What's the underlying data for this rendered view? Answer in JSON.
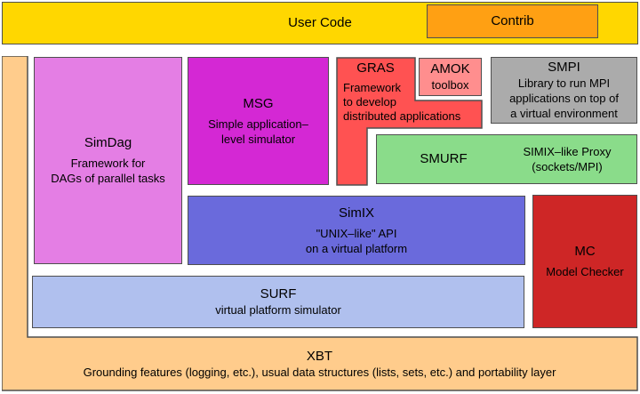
{
  "diagram": {
    "name": "SimGrid architecture layers",
    "user_code": {
      "label": "User Code",
      "contrib_label": "Contrib"
    },
    "simdag": {
      "title": "SimDag",
      "lines": [
        "Framework for",
        "DAGs of parallel tasks"
      ]
    },
    "msg": {
      "title": "MSG",
      "lines": [
        "Simple application–",
        "level simulator"
      ]
    },
    "gras": {
      "title": "GRAS",
      "lines": [
        "Framework",
        "to develop",
        "distributed applications"
      ]
    },
    "amok": {
      "title": "AMOK",
      "lines": [
        "toolbox"
      ]
    },
    "smpi": {
      "title": "SMPI",
      "lines": [
        "Library to run MPI",
        "applications on top of",
        "a virtual environment"
      ]
    },
    "smurf": {
      "title": "SMURF",
      "lines": [
        "SIMIX–like Proxy",
        "(sockets/MPI)"
      ]
    },
    "simix": {
      "title": "SimIX",
      "lines": [
        "\"UNIX–like\" API",
        "on a virtual platform"
      ]
    },
    "mc": {
      "title": "MC",
      "lines": [
        "Model Checker"
      ]
    },
    "surf": {
      "title": "SURF",
      "lines": [
        "virtual platform simulator"
      ]
    },
    "xbt": {
      "title": "XBT",
      "lines": [
        "Grounding features (logging, etc.), usual data structures (lists, sets, etc.) and portability layer"
      ]
    },
    "colors": {
      "user_code_bg": "#FFD700",
      "contrib_bg": "#FFA013",
      "xbt_bg": "#FFCC8C",
      "simdag_bg": "#E47EE4",
      "msg_bg": "#D428D4",
      "gras_bg": "#FF5252",
      "amok_bg": "#FF8E8E",
      "smpi_bg": "#ABABAB",
      "smurf_bg": "#8ADC8A",
      "simix_bg": "#6A6ADC",
      "mc_bg": "#CE2626",
      "surf_bg": "#B0C0EE",
      "border": "#4F4F4F"
    }
  }
}
